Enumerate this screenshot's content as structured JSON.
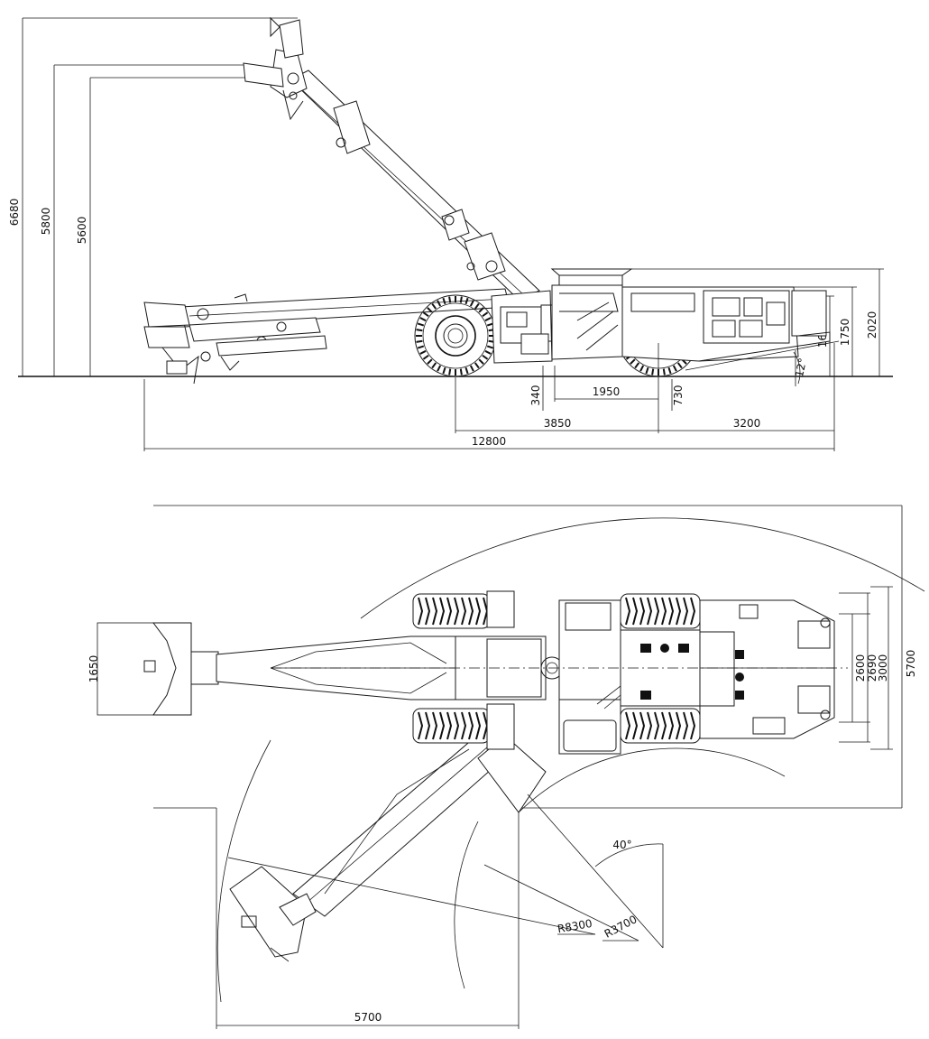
{
  "side_view": {
    "heights": {
      "h_6680": "6680",
      "h_5800": "5800",
      "h_5600": "5600",
      "h_2020": "2020",
      "h_1750": "1750",
      "h_1640": "1640"
    },
    "ground_clearance": "340",
    "axle_gap": "1950",
    "rear_gap": "730",
    "wheelbase": "3850",
    "rear_overhang": "3200",
    "overall_length": "12800",
    "departure_angle": "12°"
  },
  "top_view": {
    "bucket_width": "1650",
    "width_2600": "2600",
    "width_2690": "2690",
    "width_3000": "3000",
    "width_5700": "5700",
    "turn_width": "5700",
    "inner_radius": "R3700",
    "outer_radius": "R8300",
    "articulation_angle": "40°"
  }
}
